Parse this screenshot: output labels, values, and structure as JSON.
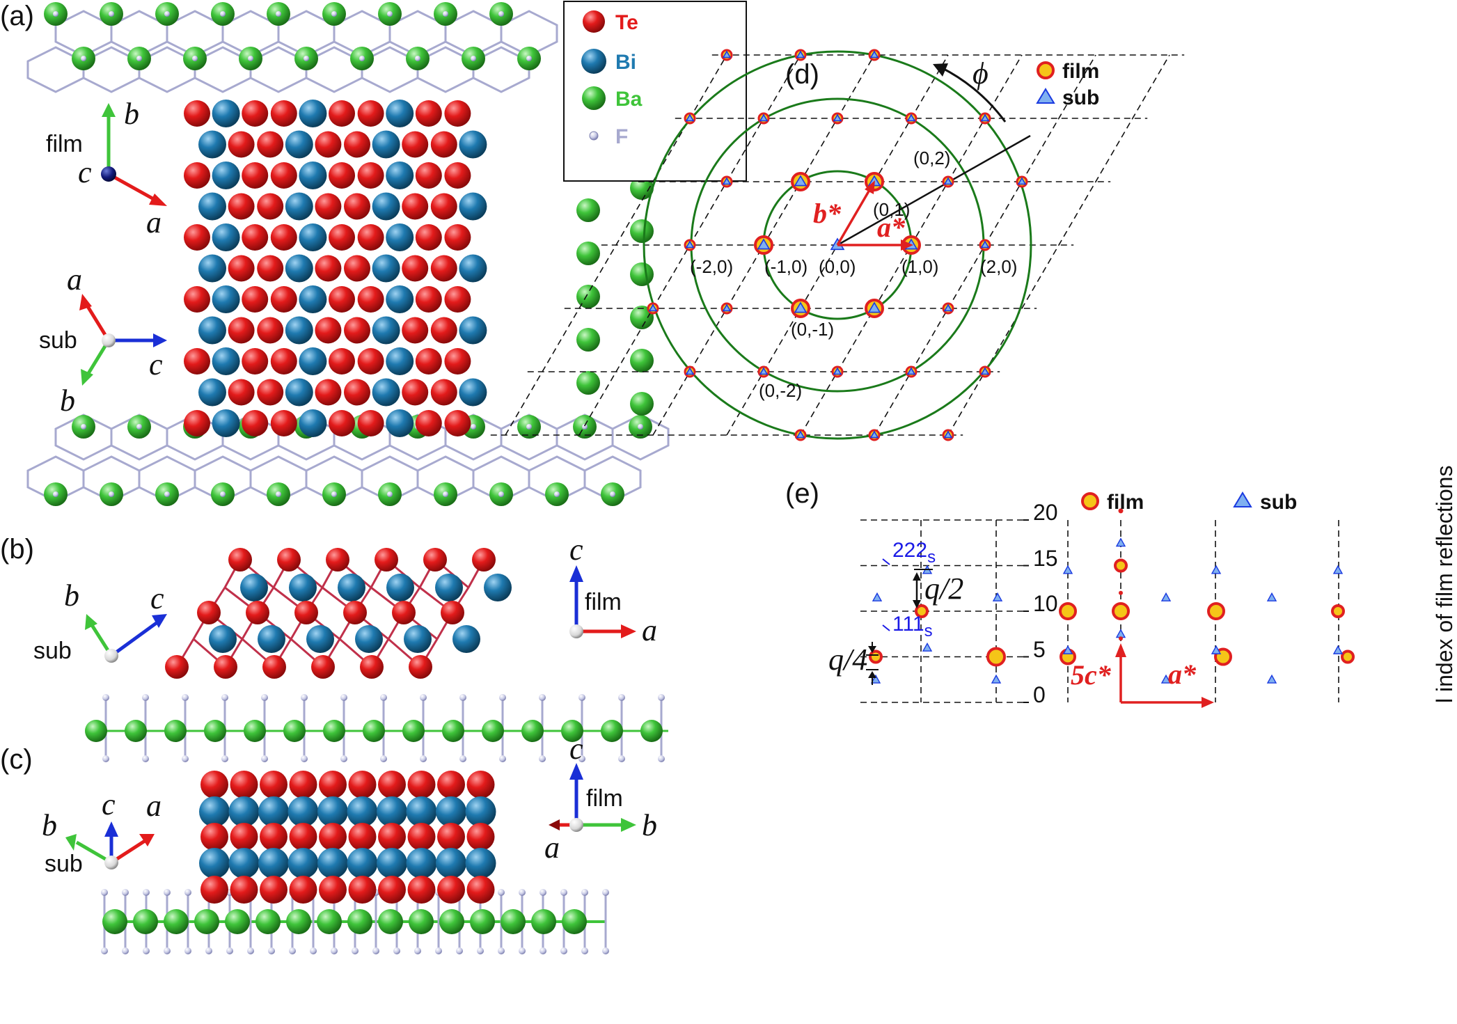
{
  "panels": {
    "a": "(a)",
    "b": "(b)",
    "c": "(c)",
    "d": "(d)",
    "e": "(e)"
  },
  "legend_a": [
    {
      "symbol": "Te",
      "color": "#e31b1b"
    },
    {
      "symbol": "Bi",
      "color": "#1f7ab0"
    },
    {
      "symbol": "Ba",
      "color": "#3fc43a"
    },
    {
      "symbol": "F",
      "color": "#a7a9cf"
    }
  ],
  "axes_labels": {
    "film": "film",
    "sub": "sub",
    "a": "a",
    "b": "b",
    "c": "c"
  },
  "panel_d": {
    "phi": "ϕ",
    "legend": [
      "film",
      "sub"
    ],
    "vectors": {
      "a_star": "a*",
      "b_star": "b*"
    },
    "hkl_labels": [
      "(0,2)",
      "(0,1)",
      "(-2,0)",
      "(-1,0)",
      "(0,0)",
      "(1,0)",
      "(2,0)",
      "(0,-1)",
      "(0,-2)"
    ]
  },
  "panel_e": {
    "legend": [
      "film",
      "sub"
    ],
    "ylabel": "l index of film reflections",
    "yticks": [
      "0",
      "5",
      "10",
      "15",
      "20"
    ],
    "annotations": {
      "q2": "q/2",
      "q4": "q/4",
      "s222": "222",
      "s111": "111",
      "sub_s": "s"
    },
    "vectors": {
      "c_star": "5c*",
      "a_star": "a*"
    }
  },
  "colors": {
    "te": "#e31b1b",
    "bi": "#1f7ab0",
    "ba": "#3fc43a",
    "f": "#a7a9cf",
    "ring": "#1a7a1a",
    "vector_red": "#e02020",
    "sub_blue": "#3a78e0",
    "film_fill": "#f5c518"
  }
}
